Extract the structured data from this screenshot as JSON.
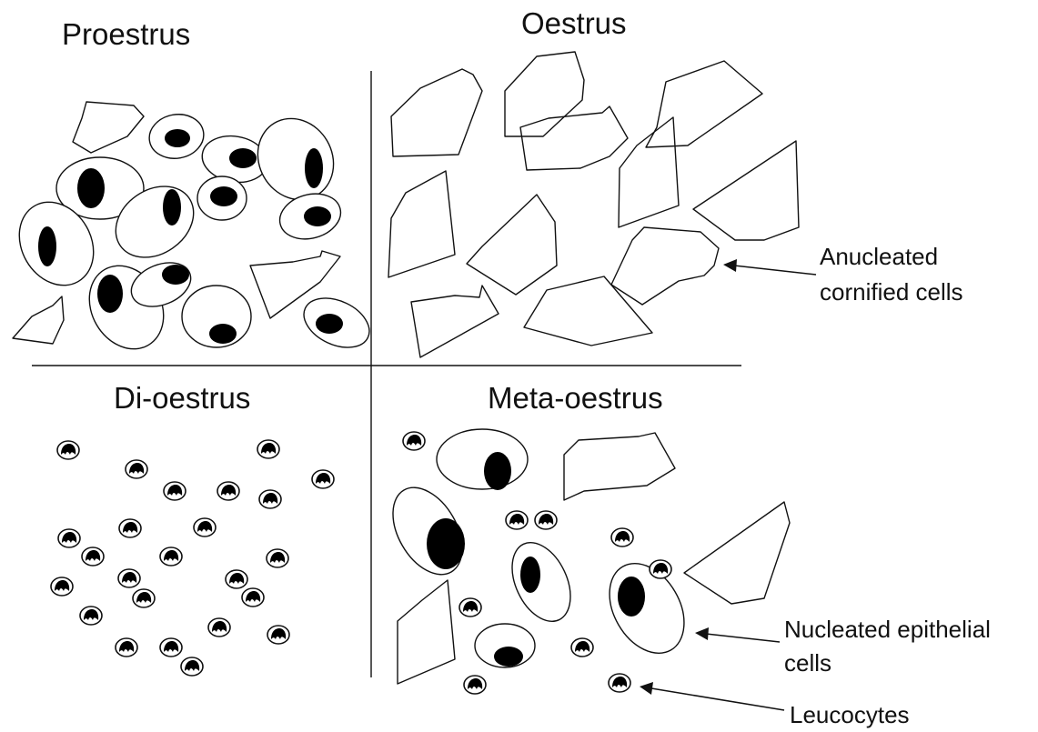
{
  "diagram": {
    "quadrants": {
      "proestrus": "Proestrus",
      "oestrus": "Oestrus",
      "dioestrus": "Di-oestrus",
      "metaoestrus": "Meta-oestrus"
    },
    "annotations": {
      "anucleated_line1": "Anucleated",
      "anucleated_line2": "cornified cells",
      "nucleated_line1": "Nucleated epithelial",
      "nucleated_line2": "cells",
      "leucocytes": "Leucocytes"
    },
    "colors": {
      "ink": "#111111",
      "background": "#ffffff"
    }
  }
}
